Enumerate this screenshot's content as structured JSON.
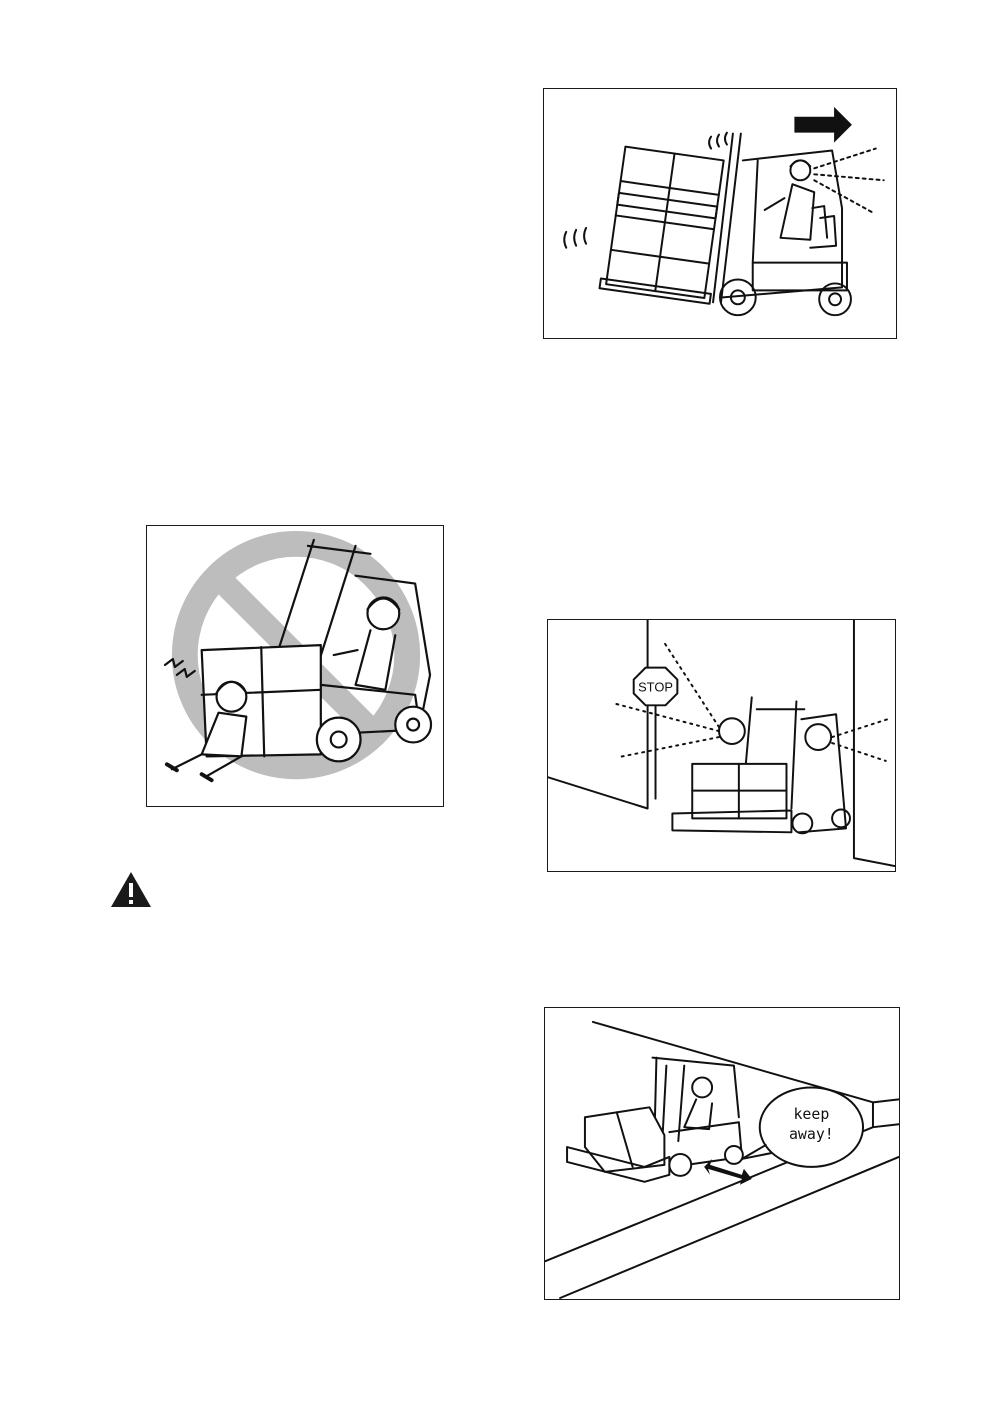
{
  "illustrations": {
    "travel": {
      "description_icon": "forklift-travel-with-load-icon"
    },
    "pedestrian": {
      "description_icon": "forklift-prohibited-icon"
    },
    "stop": {
      "sign_text": "STOP"
    },
    "edge": {
      "speech_text_line1": "keep",
      "speech_text_line2": "away!"
    }
  },
  "warning": {
    "icon": "warning-triangle-icon",
    "color": "#1a1a1a"
  }
}
